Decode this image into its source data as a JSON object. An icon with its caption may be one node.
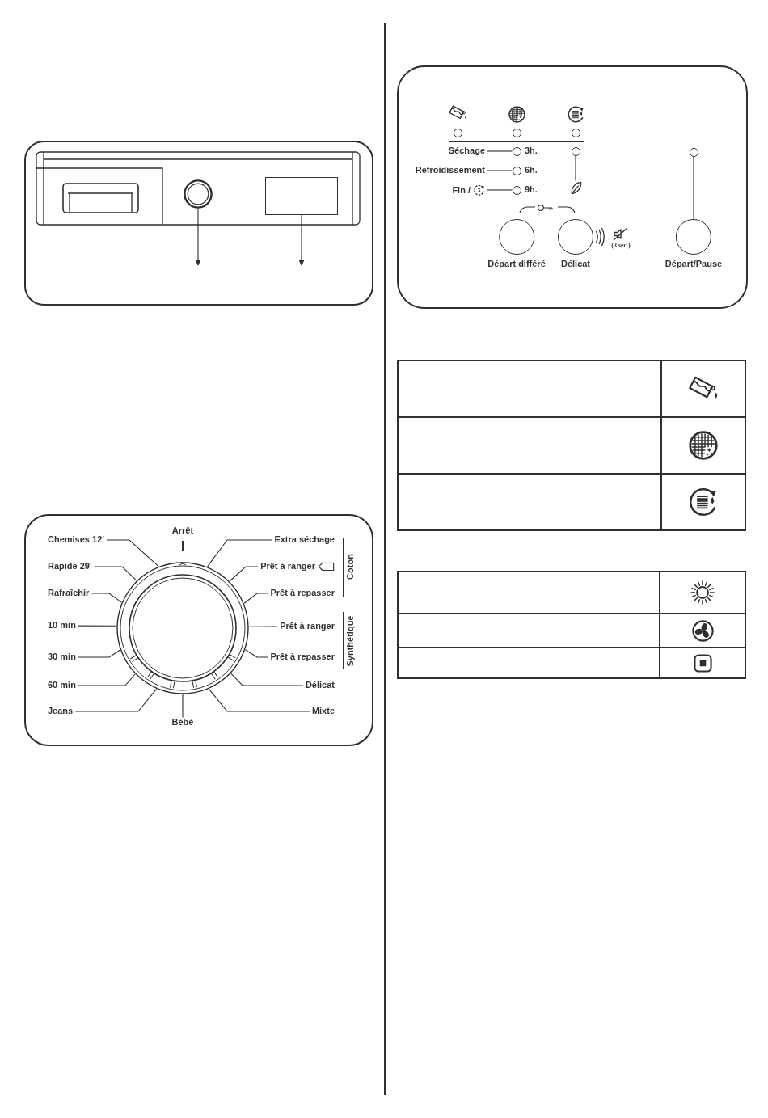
{
  "diagram": {
    "nodes": [
      {
        "text": [],
        "shape": "circle"
      },
      {
        "text": [],
        "shape": "box"
      },
      {
        "text": [
          "Séchage"
        ]
      },
      {
        "text": [],
        "shape": "circle",
        "beside": [
          "3h."
        ]
      },
      {
        "text": [
          "Refroidissement"
        ]
      },
      {
        "text": [],
        "shape": "circle",
        "beside": [
          "6h."
        ]
      },
      {
        "text": [
          "Fin /"
        ]
      },
      {
        "text": [],
        "shape": "circle",
        "beside": [
          "9h."
        ]
      },
      {
        "text": [],
        "shape": "circle"
      },
      {
        "text": [],
        "shape": "picture"
      },
      {
        "text": [],
        "shape": "circle"
      },
      {
        "text": [
          "Départ différé"
        ]
      },
      {
        "text": [
          "Délicat"
        ]
      },
      {
        "text": [
          "Départ/Pause"
        ]
      },
      {
        "text": [],
        "shape": "circle"
      },
      {
        "text": [
          "Chemises 12'"
        ]
      },
      {
        "text": [
          "Extra séchage"
        ]
      },
      {
        "text": [
          "Rapide 29'"
        ]
      },
      {
        "text": [
          "Prêt à ranger"
        ]
      },
      {
        "text": [
          "Rafraîchir"
        ]
      },
      {
        "text": [
          "Prêt à repasser"
        ]
      },
      {
        "text": [
          "10 min"
        ]
      },
      {
        "text": [
          "Prêt à ranger"
        ]
      },
      {
        "text": [
          "30 min"
        ]
      },
      {
        "text": [
          "Prêt à repasser"
        ]
      },
      {
        "text": [
          "60 min"
        ]
      },
      {
        "text": [
          "Délicat"
        ]
      },
      {
        "text": [
          "Jeans"
        ]
      },
      {
        "text": [
          "Mixte"
        ]
      },
      {
        "text": [
          "Bébé"
        ]
      }
    ],
    "edges": [
      {
        "from": 0,
        "to": null,
        "arrow": "to"
      },
      {
        "from": 1,
        "to": null,
        "arrow": "to"
      },
      {
        "from": 2,
        "to": 3,
        "arrow": "none"
      },
      {
        "from": 4,
        "to": 5,
        "arrow": "none"
      },
      {
        "from": 6,
        "to": 7,
        "arrow": "none"
      },
      {
        "from": 8,
        "to": 9,
        "arrow": "none"
      },
      {
        "from": 10,
        "to": 13,
        "arrow": "none"
      },
      {
        "from": 15,
        "to": 14,
        "arrow": "none"
      },
      {
        "from": 16,
        "to": 14,
        "arrow": "none"
      },
      {
        "from": 17,
        "to": 14,
        "arrow": "none"
      },
      {
        "from": 18,
        "to": 14,
        "arrow": "none"
      },
      {
        "from": 19,
        "to": 14,
        "arrow": "none"
      },
      {
        "from": 20,
        "to": 14,
        "arrow": "none"
      },
      {
        "from": 21,
        "to": 14,
        "arrow": "none"
      },
      {
        "from": 22,
        "to": 14,
        "arrow": "none"
      },
      {
        "from": 23,
        "to": 14,
        "arrow": "none"
      },
      {
        "from": 24,
        "to": 14,
        "arrow": "none"
      },
      {
        "from": 25,
        "to": 14,
        "arrow": "none"
      },
      {
        "from": 26,
        "to": 14,
        "arrow": "none"
      },
      {
        "from": 27,
        "to": 14,
        "arrow": "none"
      },
      {
        "from": 28,
        "to": 14,
        "arrow": "none"
      },
      {
        "from": 29,
        "to": 14,
        "arrow": "none"
      }
    ],
    "labels": [
      "(3 sec.)",
      "Arrêt",
      "Coton",
      "Synthétique"
    ]
  }
}
